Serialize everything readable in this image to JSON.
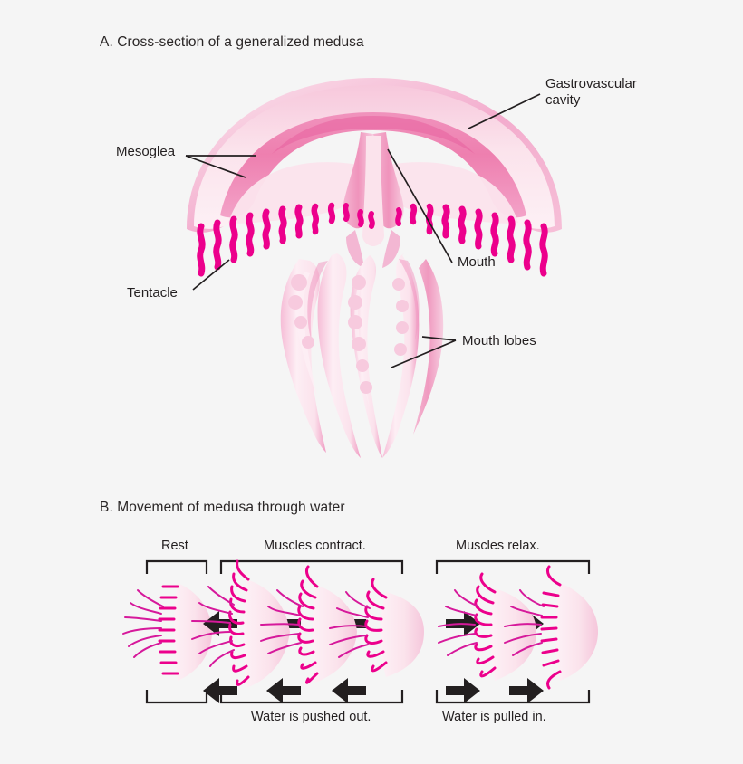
{
  "background_color": "#f5f5f5",
  "colors": {
    "mesoglea_pale": "#fbe3ec",
    "mesoglea_mid": "#f7c3d8",
    "bell_pink": "#f09ac2",
    "gastro_pink": "#ee7faf",
    "gastro_deep": "#e8609e",
    "tentacle_magenta": "#ec008c",
    "line_black": "#231f20",
    "text": "#231f20"
  },
  "panel_a": {
    "title": "A. Cross-section of a generalized medusa",
    "labels": [
      {
        "id": "gastrovascular-cavity",
        "text": "Gastrovascular\ncavity"
      },
      {
        "id": "mesoglea",
        "text": "Mesoglea"
      },
      {
        "id": "tentacle",
        "text": "Tentacle"
      },
      {
        "id": "mouth",
        "text": "Mouth"
      },
      {
        "id": "mouth-lobes",
        "text": "Mouth lobes"
      }
    ]
  },
  "panel_b": {
    "title": "B. Movement of medusa through water",
    "phases": [
      {
        "id": "rest",
        "label": "Rest",
        "arrow_direction": "none",
        "figure_count": 1
      },
      {
        "id": "contract",
        "label": "Muscles contract.",
        "arrow_direction": "left",
        "figure_count": 3
      },
      {
        "id": "relax",
        "label": "Muscles relax.",
        "arrow_direction": "right",
        "figure_count": 2
      }
    ],
    "captions": [
      {
        "id": "water-pushed-out",
        "text": "Water is pushed out."
      },
      {
        "id": "water-pulled-in",
        "text": "Water is pulled in."
      }
    ]
  }
}
